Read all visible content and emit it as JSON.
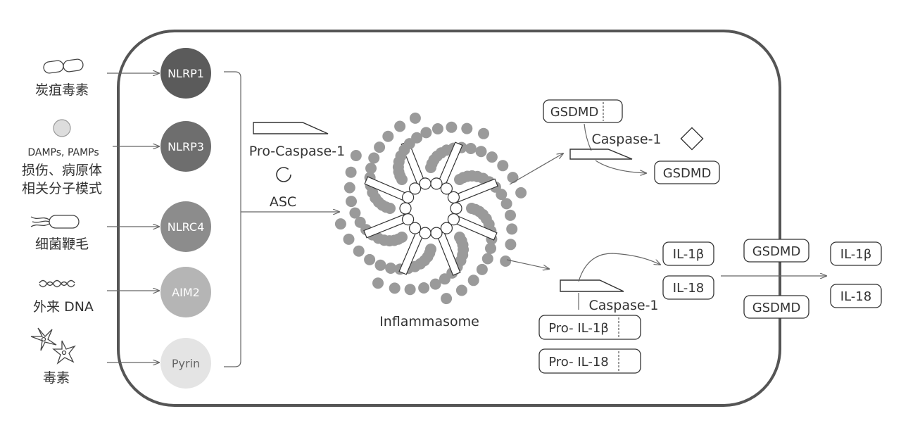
{
  "stimuli": [
    {
      "label": "炭疽毒素",
      "icon": "anthrax-toxin-icon"
    },
    {
      "label_top": "DAMPs, PAMPs",
      "label_mid": "损伤、病原体",
      "label_bot": "相关分子模式",
      "icon": "pamp-circle-icon"
    },
    {
      "label": "细菌鞭毛",
      "icon": "bacterium-flagellum-icon"
    },
    {
      "label": "外来 DNA",
      "icon": "dna-wave-icon"
    },
    {
      "label": "毒素",
      "icon": "star-toxin-icon"
    }
  ],
  "sensors": [
    {
      "label": "NLRP1",
      "color": "#5b5b5b",
      "text_color": "#ffffff"
    },
    {
      "label": "NLRP3",
      "color": "#6e6e6e",
      "text_color": "#ffffff"
    },
    {
      "label": "NLRC4",
      "color": "#8c8c8c",
      "text_color": "#ffffff"
    },
    {
      "label": "AIM2",
      "color": "#b5b5b5",
      "text_color": "#ffffff"
    },
    {
      "label": "Pyrin",
      "color": "#e4e4e4",
      "text_color": "#666666"
    }
  ],
  "components": {
    "pro_caspase": "Pro-Caspase-1",
    "asc": "ASC",
    "inflammasome": "Inflammasome"
  },
  "upper_path": {
    "gsdmd_full": "GSDMD",
    "caspase": "Caspase-1",
    "gsdmd_cleaved": "GSDMD"
  },
  "lower_path": {
    "il1b": "IL-1β",
    "il18": "IL-18",
    "caspase": "Caspase-1",
    "pro_il1b": "Pro- IL-1β",
    "pro_il18": "Pro- IL-18"
  },
  "outside": {
    "gsdmd_top": "GSDMD",
    "gsdmd_bottom": "GSDMD",
    "il1b": "IL-1β",
    "il18": "IL-18"
  },
  "colors": {
    "cell_border": "#555555",
    "bead_gray": "#9a9a9a",
    "line": "#666666"
  }
}
